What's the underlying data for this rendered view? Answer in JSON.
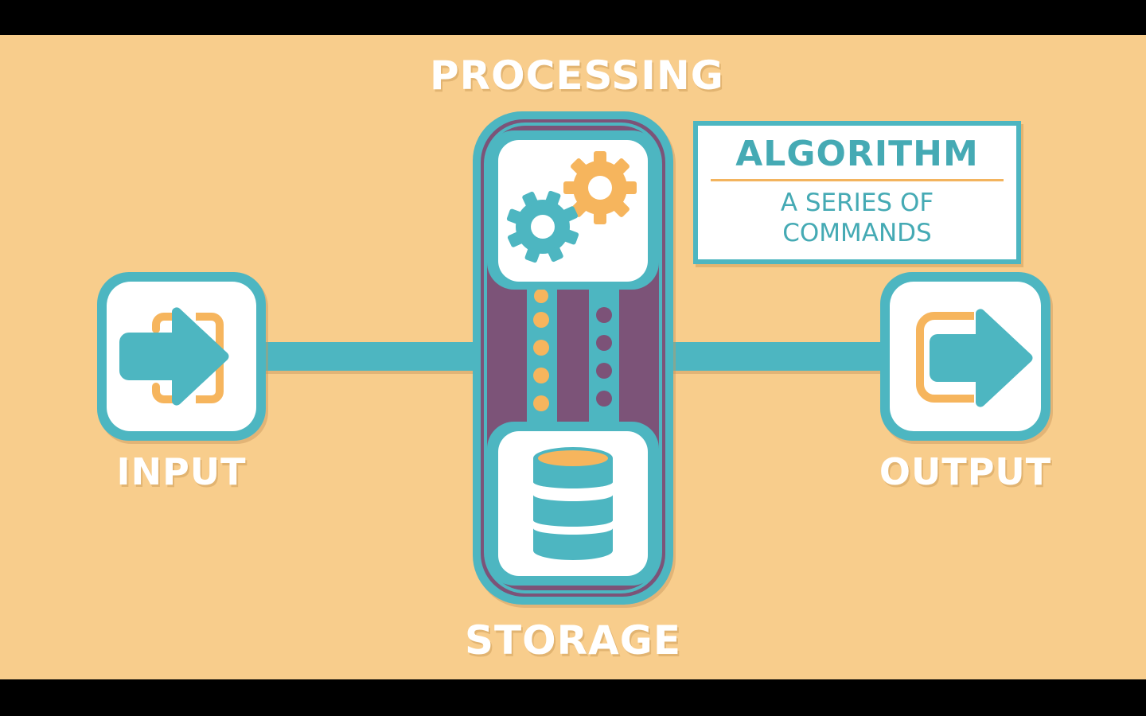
{
  "diagram": {
    "title": "Computer model: input, processing, storage, output",
    "colors": {
      "background": "#f8cd8c",
      "teal": "#4db6c1",
      "orange": "#f6b55d",
      "purple": "#7c5278",
      "white": "#ffffff",
      "letterbox": "#000000"
    },
    "nodes": {
      "input": {
        "label": "INPUT",
        "icon": "enter-arrow-icon"
      },
      "processing": {
        "label": "PROCESSING",
        "icon": "gears-icon"
      },
      "storage": {
        "label": "STORAGE",
        "icon": "database-icon"
      },
      "output": {
        "label": "OUTPUT",
        "icon": "exit-arrow-icon"
      }
    },
    "callout": {
      "title": "ALGORITHM",
      "subtitle_line1": "A SERIES OF",
      "subtitle_line2": "COMMANDS"
    },
    "edges": [
      {
        "from": "input",
        "to": "processing"
      },
      {
        "from": "processing",
        "to": "output"
      },
      {
        "from": "processing",
        "to": "storage",
        "style": "dotted-orange"
      },
      {
        "from": "storage",
        "to": "processing",
        "style": "dotted-purple"
      }
    ]
  }
}
